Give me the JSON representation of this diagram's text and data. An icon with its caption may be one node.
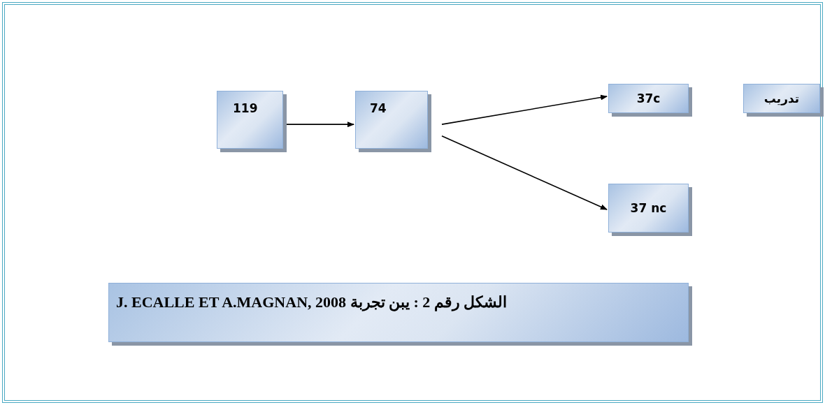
{
  "diagram": {
    "nodes": [
      {
        "text": [
          "119"
        ]
      },
      {
        "text": [
          "74"
        ]
      },
      {
        "text": [
          "37c"
        ]
      },
      {
        "text": [
          "تدريب"
        ]
      },
      {
        "text": [
          "37 nc"
        ]
      },
      {
        "text": [
          "الشكل رقم 2 : يبن  تجربة J. ECALLE ET A.MAGNAN, 2008"
        ]
      }
    ],
    "edges": [
      {
        "from": 0,
        "to": 1,
        "arrow": "to"
      },
      {
        "from": 1,
        "to": 2,
        "arrow": "to"
      },
      {
        "from": 1,
        "to": 4,
        "arrow": "to"
      }
    ]
  }
}
